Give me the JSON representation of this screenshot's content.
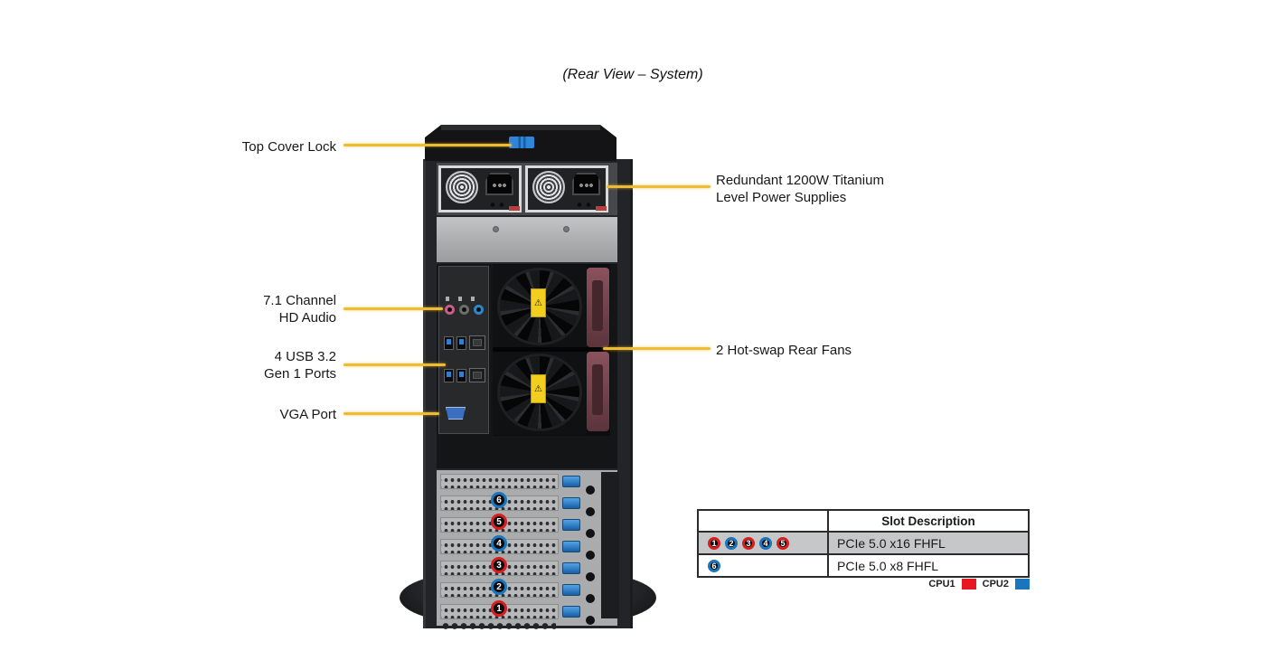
{
  "title": "(Rear View – System)",
  "callouts": {
    "top_cover_lock": {
      "lines": [
        "Top Cover Lock"
      ]
    },
    "power_supplies": {
      "lines": [
        "Redundant 1200W Titanium",
        "Level Power Supplies"
      ]
    },
    "hd_audio": {
      "lines": [
        "7.1 Channel",
        "HD Audio"
      ]
    },
    "usb_ports": {
      "lines": [
        "4 USB 3.2",
        "Gen 1 Ports"
      ]
    },
    "vga_port": {
      "lines": [
        "VGA Port"
      ]
    },
    "rear_fans": {
      "lines": [
        "2 Hot-swap Rear Fans"
      ]
    }
  },
  "chassis": {
    "slot_badges_top_to_bottom": [
      {
        "number": "6",
        "cpu": "CPU2"
      },
      {
        "number": "5",
        "cpu": "CPU1"
      },
      {
        "number": "4",
        "cpu": "CPU2"
      },
      {
        "number": "3",
        "cpu": "CPU1"
      },
      {
        "number": "2",
        "cpu": "CPU2"
      },
      {
        "number": "1",
        "cpu": "CPU1"
      }
    ],
    "icons": {
      "lock": "top-cover-lock",
      "audio_jacks": [
        "mic-jack",
        "line-out-jack",
        "line-in-jack"
      ],
      "ports": [
        "usb3-port",
        "usb3-port",
        "lan-port",
        "usb3-port",
        "usb3-port",
        "lan-port",
        "vga-port"
      ],
      "warning_sticker": "fan-warning-label"
    }
  },
  "slot_table": {
    "header": "Slot Description",
    "rows": [
      {
        "slots": [
          {
            "number": "1",
            "cpu": "CPU1"
          },
          {
            "number": "2",
            "cpu": "CPU2"
          },
          {
            "number": "3",
            "cpu": "CPU1"
          },
          {
            "number": "4",
            "cpu": "CPU2"
          },
          {
            "number": "5",
            "cpu": "CPU1"
          }
        ],
        "description": "PCIe 5.0 x16 FHFL",
        "shaded": true
      },
      {
        "slots": [
          {
            "number": "6",
            "cpu": "CPU2"
          }
        ],
        "description": "PCIe 5.0 x8 FHFL",
        "shaded": false
      }
    ],
    "legend": [
      {
        "label": "CPU1",
        "color": "#e5191f"
      },
      {
        "label": "CPU2",
        "color": "#1b75bc"
      }
    ]
  },
  "colors": {
    "leader_line": "#eebc33",
    "cpu1": "#d6201f",
    "cpu2": "#1b75bc",
    "lock_blue": "#2f86d8"
  }
}
